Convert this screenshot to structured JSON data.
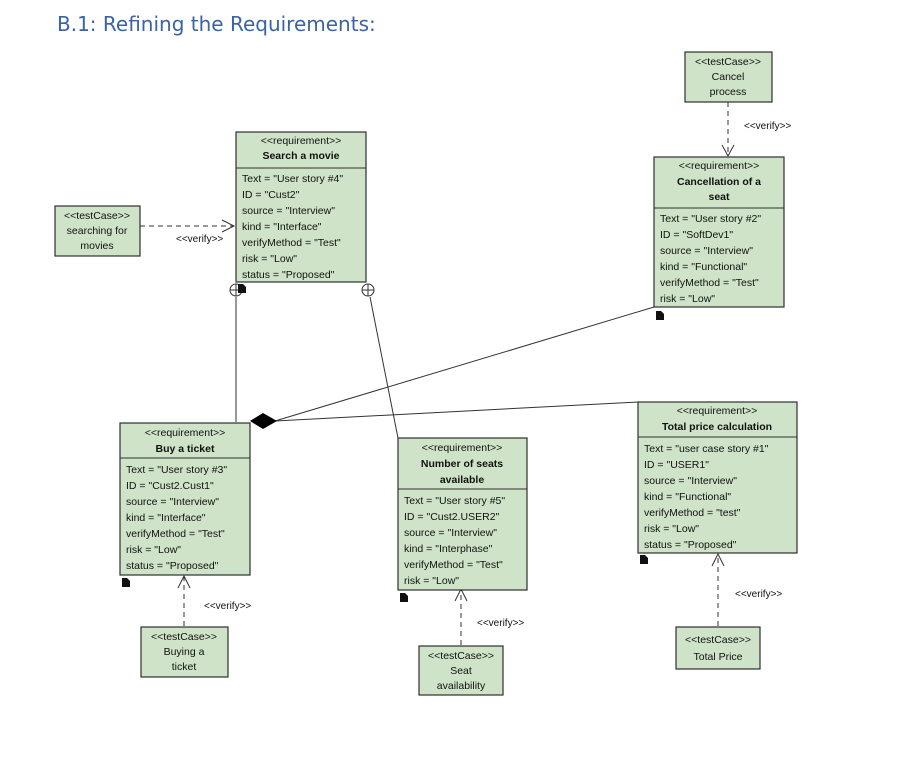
{
  "title": "B.1: Refining the Requirements:",
  "requirements": {
    "search": {
      "stereo": "<<requirement>>",
      "name": [
        "Search a movie"
      ],
      "props": [
        "Text = \"User story #4\"",
        "ID = \"Cust2\"",
        "source = \"Interview\"",
        "kind = \"Interface\"",
        "verifyMethod = \"Test\"",
        "risk = \"Low\"",
        "status = \"Proposed\""
      ]
    },
    "cancel": {
      "stereo": "<<requirement>>",
      "name": [
        "Cancellation of a",
        "seat"
      ],
      "props": [
        "Text = \"User story #2\"",
        "ID = \"SoftDev1\"",
        "source = \"Interview\"",
        "kind = \"Functional\"",
        "verifyMethod = \"Test\"",
        "risk = \"Low\""
      ]
    },
    "buy": {
      "stereo": "<<requirement>>",
      "name": [
        "Buy a ticket"
      ],
      "props": [
        "Text = \"User story #3\"",
        "ID = \"Cust2.Cust1\"",
        "source = \"Interview\"",
        "kind = \"Interface\"",
        "verifyMethod = \"Test\"",
        "risk = \"Low\"",
        "status = \"Proposed\""
      ]
    },
    "seats": {
      "stereo": "<<requirement>>",
      "name": [
        "Number of seats",
        "available"
      ],
      "props": [
        "Text = \"User story #5\"",
        "ID = \"Cust2.USER2\"",
        "source = \"Interview\"",
        "kind = \"Interphase\"",
        "verifyMethod = \"Test\"",
        "risk = \"Low\""
      ]
    },
    "total": {
      "stereo": "<<requirement>>",
      "name": [
        "Total price calculation"
      ],
      "props": [
        "Text = \"user case story #1\"",
        "ID = \"USER1\"",
        "source = \"Interview\"",
        "kind = \"Functional\"",
        "verifyMethod = \"test\"",
        "risk = \"Low\"",
        "status = \"Proposed\""
      ]
    }
  },
  "testcases": {
    "cancel_process": {
      "stereo": "<<testCase>>",
      "name": [
        "Cancel",
        "process"
      ]
    },
    "searching": {
      "stereo": "<<testCase>>",
      "name": [
        "searching for",
        "movies"
      ]
    },
    "buying": {
      "stereo": "<<testCase>>",
      "name": [
        "Buying a",
        "ticket"
      ]
    },
    "seat_avail": {
      "stereo": "<<testCase>>",
      "name": [
        "Seat",
        "availability"
      ]
    },
    "total_price": {
      "stereo": "<<testCase>>",
      "name": [
        "Total Price"
      ]
    }
  },
  "verify_label": "<<verify>>",
  "colors": {
    "box_fill": "#cfe3c8",
    "title": "#3a63a6"
  }
}
